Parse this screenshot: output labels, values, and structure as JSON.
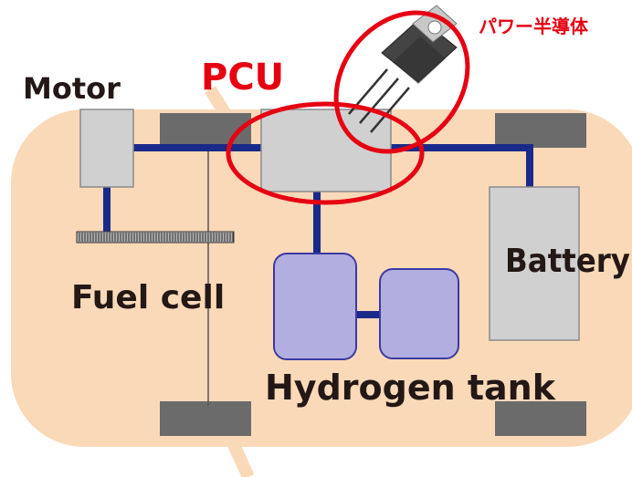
{
  "labels": {
    "motor": "Motor",
    "pcu": "PCU",
    "power_semiconductor": "パワー半導体",
    "battery": "Battery",
    "fuel_cell": "Fuel cell",
    "hydrogen_tank": "Hydrogen tank"
  },
  "colors": {
    "car_body": "#fad9b8",
    "wheel": "#6b6b6b",
    "component": "#d0d0d0",
    "component_border": "#8a8a8a",
    "wire": "#1a2a8a",
    "tank": "#b3aee0",
    "tank_border": "#3b3aa0",
    "highlight": "#e60012",
    "text": "#231815"
  }
}
